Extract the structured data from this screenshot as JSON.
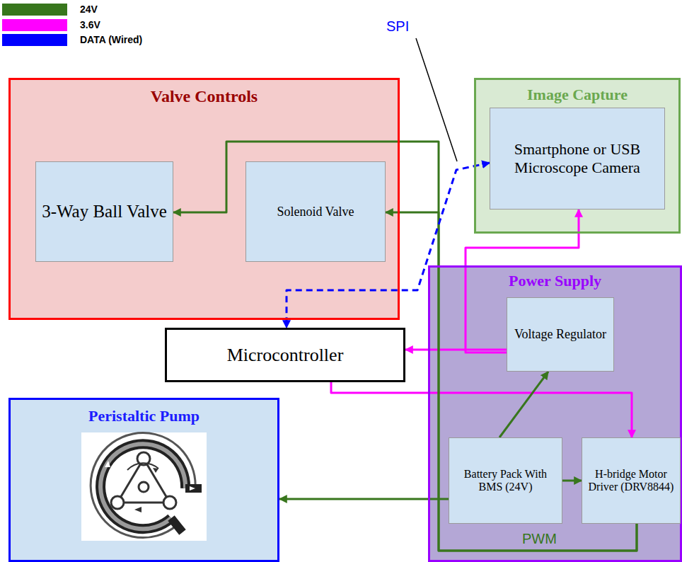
{
  "diagram": {
    "nodes": [
      {
        "text": [
          "Valve Controls"
        ]
      },
      {
        "text": [
          "3-Way Ball Valve"
        ],
        "in": 0
      },
      {
        "text": [
          "Solenoid Valve"
        ],
        "in": 0
      },
      {
        "text": [
          "Image Capture"
        ]
      },
      {
        "text": [
          "Smartphone or USB Microscope Camera"
        ],
        "in": 3
      },
      {
        "text": [
          "Power Supply"
        ]
      },
      {
        "text": [
          "Voltage Regulator"
        ],
        "in": 5
      },
      {
        "text": [
          "Microcontroller"
        ]
      },
      {
        "text": [
          "Peristaltic Pump"
        ]
      },
      {
        "text": [
          "Battery Pack With BMS (24V)"
        ],
        "in": 5
      },
      {
        "text": [
          "H-bridge Motor Driver (DRV8844)"
        ],
        "in": 5
      }
    ],
    "edges": [
      {
        "from": 6,
        "to": 7,
        "arrow": "to"
      },
      {
        "from": 6,
        "to": 4,
        "arrow": "to"
      },
      {
        "from": 7,
        "to": 10,
        "arrow": "to"
      },
      {
        "from": 9,
        "to": 6,
        "arrow": "to"
      },
      {
        "from": 9,
        "to": 10,
        "arrow": "to"
      },
      {
        "from": 9,
        "to": 8,
        "arrow": "to"
      },
      {
        "from": 10,
        "to": 2,
        "arrow": "to"
      },
      {
        "from": 10,
        "to": 1,
        "arrow": "to"
      },
      {
        "from": 4,
        "to": 7,
        "arrow": "both"
      }
    ],
    "labels": [
      "SPI",
      "PWM"
    ],
    "legend": [
      {
        "text": "24V",
        "color": "#38761d"
      },
      {
        "text": "3.6V",
        "color": "#ff00ff"
      },
      {
        "text": "DATA (Wired)",
        "color": "#0000ff"
      }
    ]
  }
}
